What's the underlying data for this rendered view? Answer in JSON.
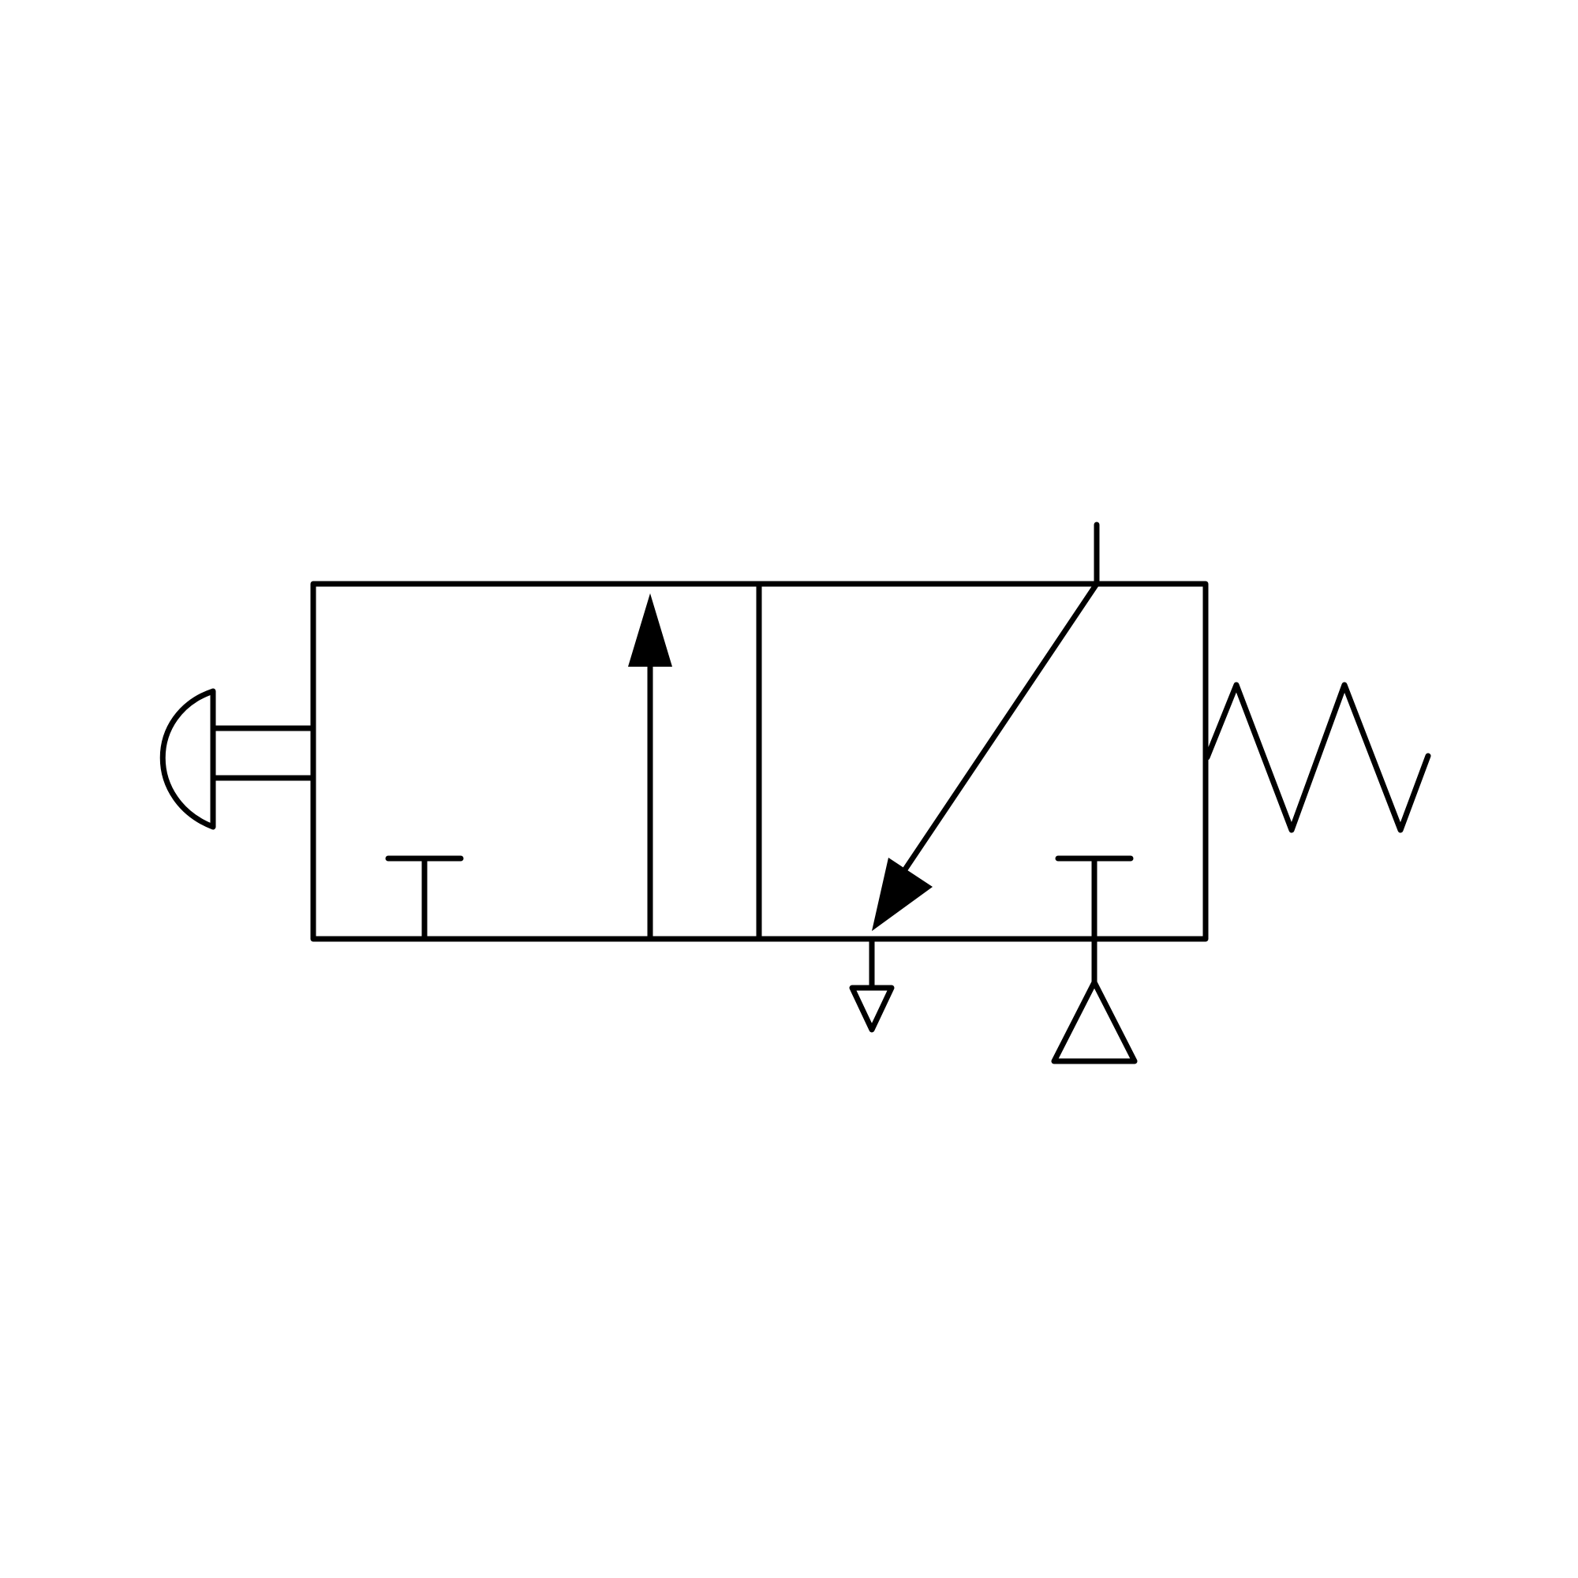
{
  "diagram": {
    "type": "pneumatic-valve-symbol",
    "components": [
      "push-button-actuator",
      "valve-position-left",
      "valve-position-right",
      "return-spring",
      "exhaust-port",
      "pressure-source-port",
      "outlet-port"
    ],
    "colors": {
      "background": "#ffffff",
      "stroke": "#000000"
    }
  }
}
